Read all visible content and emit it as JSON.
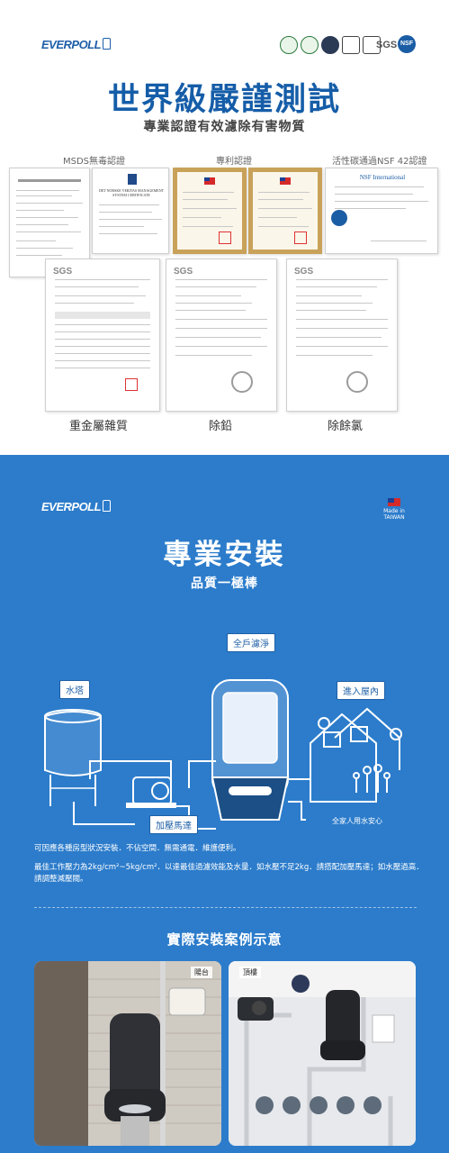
{
  "brand": {
    "logo_text": "EVERPOLL"
  },
  "header": {
    "title": "世界級嚴謹測試",
    "subtitle": "專業認證有效濾除有害物質",
    "badges": [
      "eco-mark-icon",
      "green-mark-icon",
      "certification-icon",
      "quality-mark-icon",
      "check-mark-icon"
    ],
    "sgs": "SGS",
    "nsf": "NSF"
  },
  "certs": {
    "labels": [
      "MSDS無毒認證",
      "專利認證",
      "活性碳通過NSF 42認證"
    ],
    "nsf_doc_title": "NSF International",
    "dnv_doc_title": "DET NORSKE VERITAS MANAGEMENT SYSTEM CERTIFICATE",
    "sgs_mark": "SGS",
    "captions": [
      "重金屬雜質",
      "除鉛",
      "除餘氯"
    ]
  },
  "install": {
    "logo_text": "EVERPOLL",
    "made_in": "Made in TAIWAN",
    "title": "專業安裝",
    "subtitle": "品質一極棒",
    "diagram": {
      "whole_house": "全戶濾淨",
      "water_tower": "水塔",
      "into_house": "進入屋內",
      "booster_pump": "加壓馬達",
      "family_note": "全家人用水安心"
    },
    "desc1": "可因應各種房型狀況安裝．不佔空間．無需通電．維護便利。",
    "desc2": "最佳工作壓力為2kg/cm²~5kg/cm²．以達最佳過濾效能及水量．如水壓不足2kg．請搭配加壓馬達；如水壓過高．請調整減壓閥。",
    "case_title": "實際安裝案例示意",
    "photo_labels": [
      "陽台",
      "頂樓"
    ]
  }
}
